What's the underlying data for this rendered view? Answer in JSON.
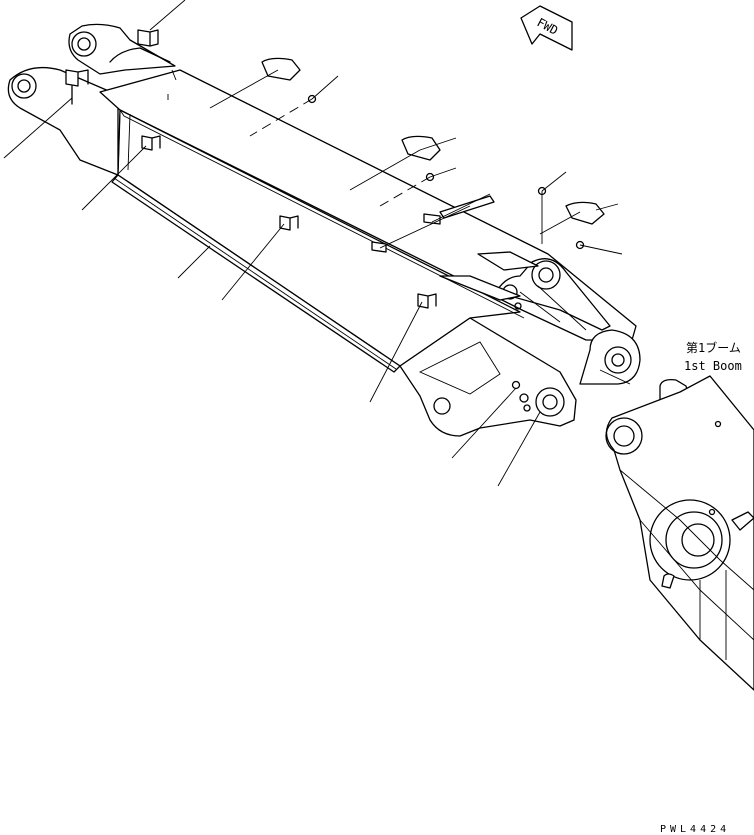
{
  "fwd_indicator": {
    "label": "FWD"
  },
  "callout": {
    "label_jp": "第1ブーム",
    "label_en": "1st Boom"
  },
  "drawing_code": "PWL4424"
}
